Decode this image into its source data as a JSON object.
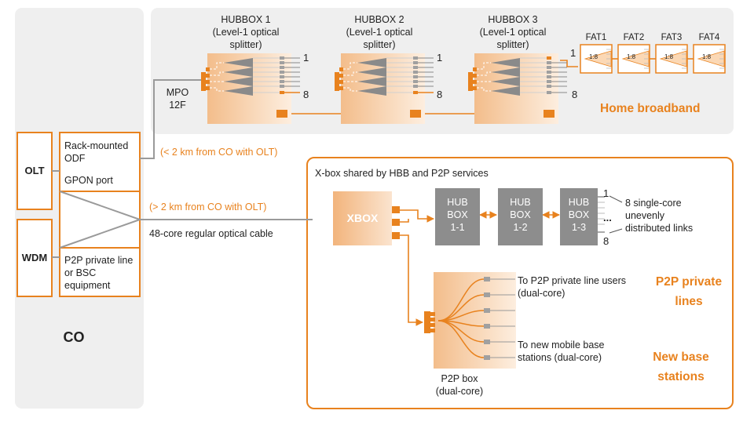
{
  "co": {
    "label": "CO",
    "olt": "OLT",
    "wdm": "WDM",
    "odf": "Rack-mounted ODF",
    "gpon": "GPON port",
    "p2p_equipment": "P2P private line or BSC equipment"
  },
  "hubboxes": [
    {
      "title": "HUBBOX 1",
      "subtitle": "(Level-1 optical splitter)",
      "port_first": "1",
      "port_last": "8"
    },
    {
      "title": "HUBBOX 2",
      "subtitle": "(Level-1 optical splitter)",
      "port_first": "1",
      "port_last": "8"
    },
    {
      "title": "HUBBOX 3",
      "subtitle": "(Level-1 optical splitter)",
      "port_first": "1",
      "port_last": "8"
    }
  ],
  "mpo": "MPO 12F",
  "fats": [
    {
      "label": "FAT1",
      "ratio": "1:8"
    },
    {
      "label": "FAT2",
      "ratio": "1:8"
    },
    {
      "label": "FAT3",
      "ratio": "1:8"
    },
    {
      "label": "FAT4",
      "ratio": "1:8"
    }
  ],
  "fat_port": "1",
  "home_broadband": "Home broadband",
  "distance_near": "(< 2 km from CO with OLT)",
  "distance_far": "(> 2 km from CO with OLT)",
  "cable": "48-core regular optical cable",
  "xbox_panel": {
    "title": "X-box shared by HBB and P2P services",
    "xbox": "XBOX",
    "hubs": [
      "HUB BOX 1-1",
      "HUB BOX 1-2",
      "HUB BOX 1-3"
    ],
    "port_first": "1",
    "ellipsis": "...",
    "port_last": "8",
    "links_note": "8 single-core unevenly distributed links",
    "p2p_users": "To P2P private line users (dual-core)",
    "mobile": "To new mobile base stations (dual-core)",
    "p2p_box": "P2P box (dual-core)",
    "p2p_lines": "P2P private lines",
    "new_base": "New base stations"
  },
  "colors": {
    "accent": "#e8821e",
    "grey_box": "#8d8d8d",
    "panel": "#efefef"
  }
}
